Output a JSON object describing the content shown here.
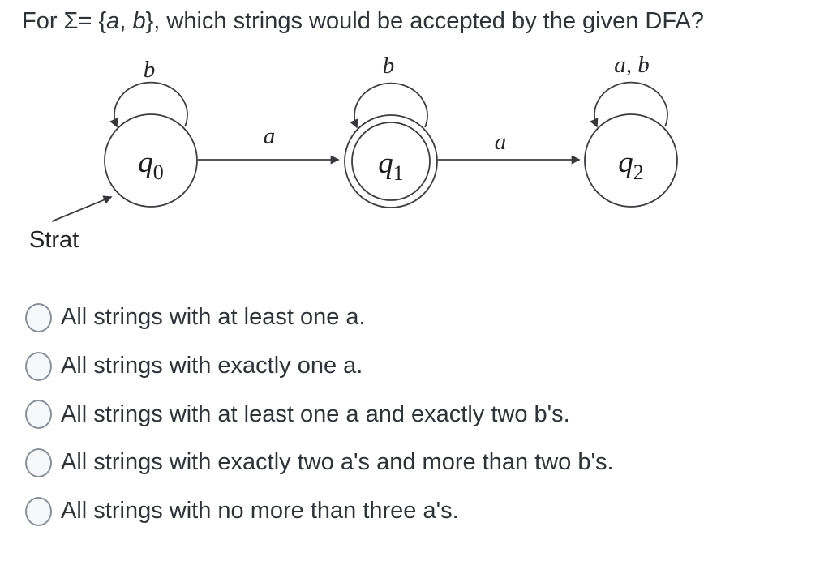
{
  "question": {
    "title_segments": {
      "seg_start": "For Σ= {",
      "alpha_a": "a",
      "seg_comma": ", ",
      "alpha_b": "b",
      "seg_end": "}, which strings would be accepted by the given DFA?"
    }
  },
  "diagram": {
    "type": "dfa-state-diagram",
    "start_label": "Strat",
    "states": [
      {
        "name": "q0",
        "label_base": "q",
        "label_sub": "0",
        "accepting": false,
        "start": true,
        "self_loop_label": "b"
      },
      {
        "name": "q1",
        "label_base": "q",
        "label_sub": "1",
        "accepting": true,
        "start": false,
        "self_loop_label": "b"
      },
      {
        "name": "q2",
        "label_base": "q",
        "label_sub": "2",
        "accepting": false,
        "start": false,
        "self_loop_label": "a, b"
      }
    ],
    "transitions": [
      {
        "from": "q0",
        "to": "q1",
        "label": "a"
      },
      {
        "from": "q1",
        "to": "q2",
        "label": "a"
      }
    ]
  },
  "options": [
    {
      "label": "All strings with at least one a.",
      "selected": false
    },
    {
      "label": "All strings with exactly one a.",
      "selected": false
    },
    {
      "label": "All strings with at least one a and exactly two b's.",
      "selected": false
    },
    {
      "label": "All strings with exactly two a's and more than two b's.",
      "selected": false
    },
    {
      "label": "All strings with no more than three a's.",
      "selected": false
    }
  ]
}
